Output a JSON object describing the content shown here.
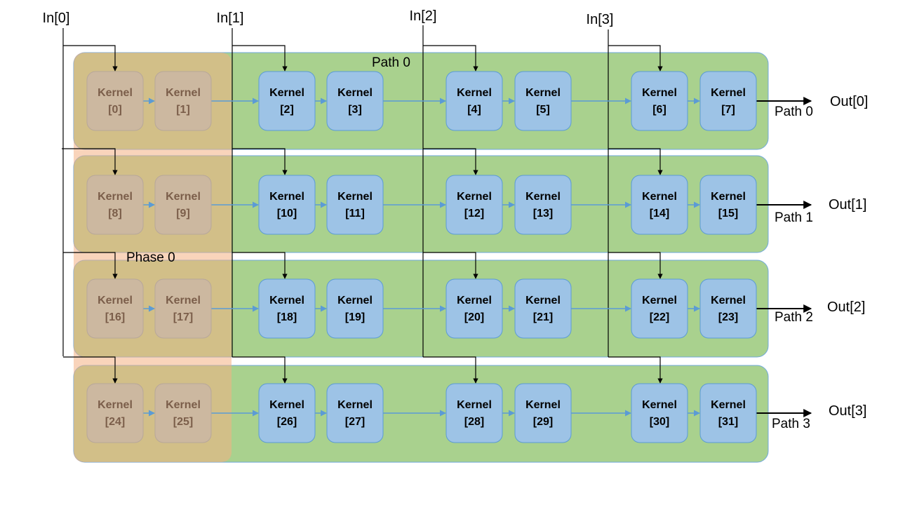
{
  "colors": {
    "path_fill": "#a9d18e",
    "path_stroke": "#6fa8dc",
    "phase_fill": "#f4b183",
    "kernel_fill": "#9dc3e6",
    "kernel_stroke": "#5b9bd5",
    "kernel_text": "#000000",
    "ghost_kernel_text": "#7b5e4a",
    "flow_arrow": "#5b9bd5",
    "input_line": "#000000"
  },
  "inputs": [
    "In[0]",
    "In[1]",
    "In[2]",
    "In[3]"
  ],
  "paths": [
    {
      "label": "Path 0",
      "output": "Out[0]"
    },
    {
      "label": "Path 1",
      "output": "Out[1]"
    },
    {
      "label": "Path 2",
      "output": "Out[2]"
    },
    {
      "label": "Path 3",
      "output": "Out[3]"
    }
  ],
  "top_path_label": "Path 0",
  "phase_label": "Phase 0",
  "kernel_word": "Kernel",
  "kernels": [
    "[0]",
    "[1]",
    "[2]",
    "[3]",
    "[4]",
    "[5]",
    "[6]",
    "[7]",
    "[8]",
    "[9]",
    "[10]",
    "[11]",
    "[12]",
    "[13]",
    "[14]",
    "[15]",
    "[16]",
    "[17]",
    "[18]",
    "[19]",
    "[20]",
    "[21]",
    "[22]",
    "[23]",
    "[24]",
    "[25]",
    "[26]",
    "[27]",
    "[28]",
    "[29]",
    "[30]",
    "[31]"
  ]
}
